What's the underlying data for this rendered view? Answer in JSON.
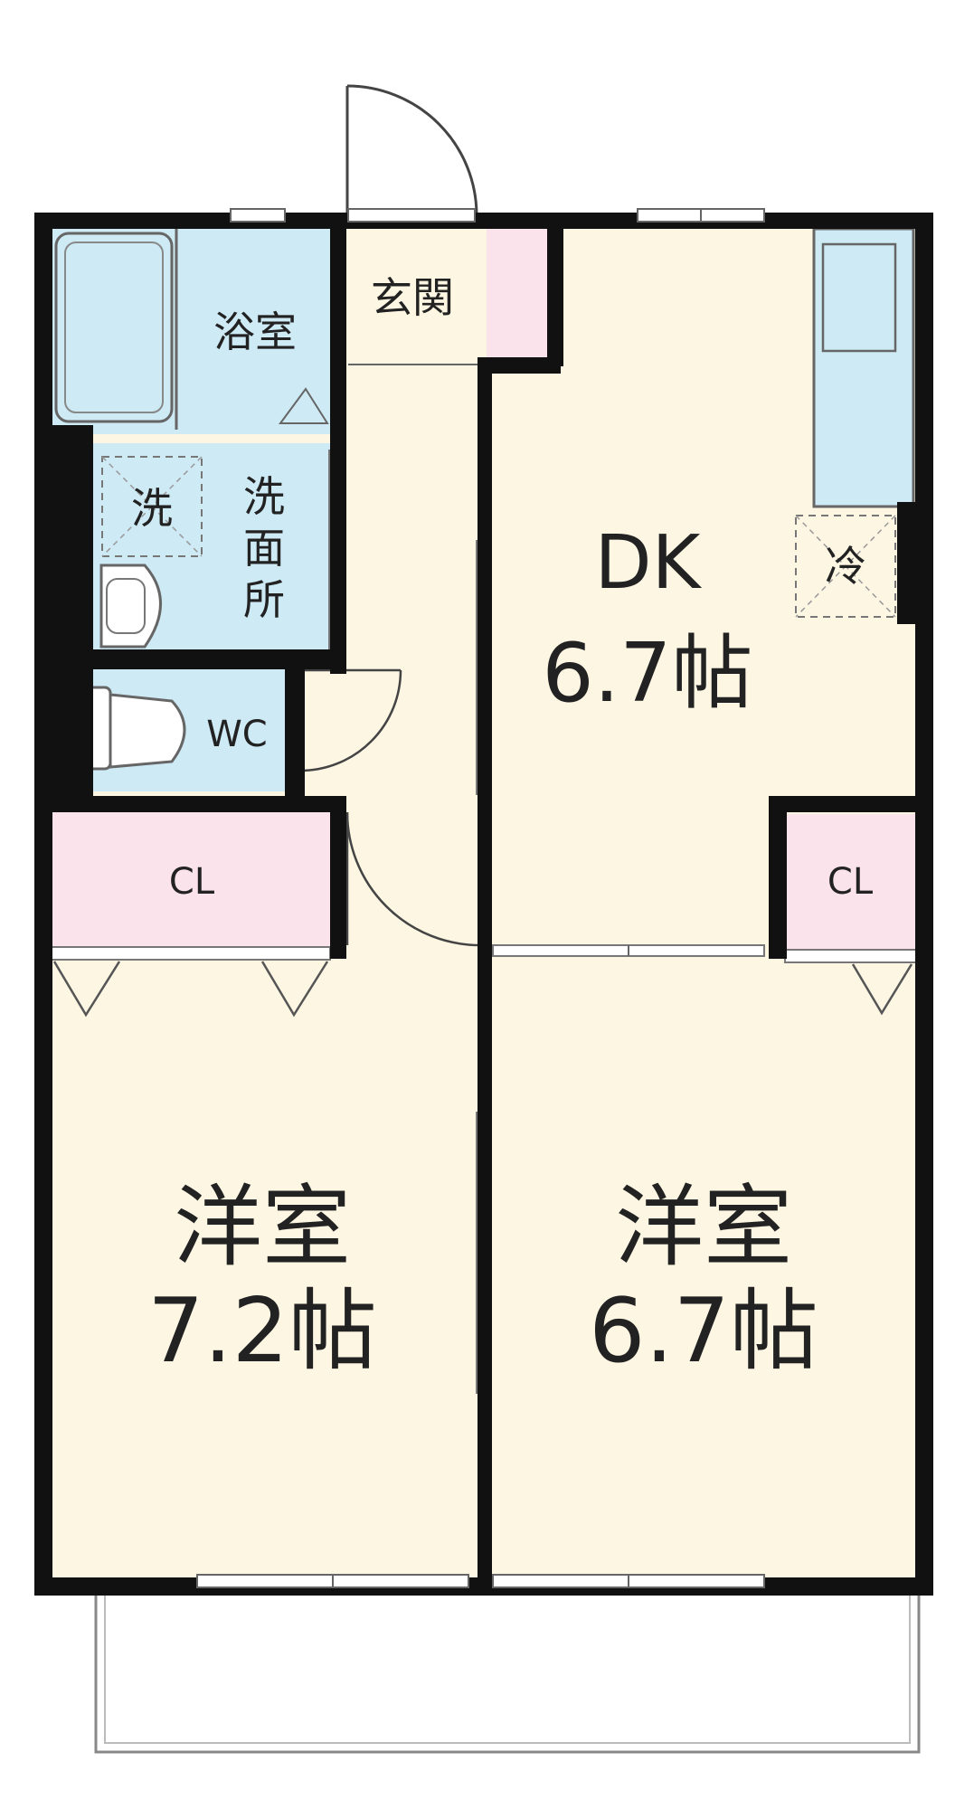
{
  "colors": {
    "wall": "#111111",
    "living_floor": "#fdf6e3",
    "wet_area": "#cdeaf5",
    "closet": "#fbe3ec",
    "outline": "#555555"
  },
  "rooms": {
    "bath": {
      "label": "浴室"
    },
    "entrance": {
      "label": "玄関"
    },
    "laundry": {
      "label": "洗"
    },
    "washroom": {
      "label_lines": [
        "洗",
        "面",
        "所"
      ]
    },
    "wc": {
      "label": "WC"
    },
    "dk": {
      "name": "DK",
      "size": "6.7帖"
    },
    "fridge": {
      "label": "冷"
    },
    "closet_left": {
      "label": "CL"
    },
    "closet_right": {
      "label": "CL"
    },
    "western_left": {
      "name": "洋室",
      "size": "7.2帖"
    },
    "western_right": {
      "name": "洋室",
      "size": "6.7帖"
    }
  }
}
